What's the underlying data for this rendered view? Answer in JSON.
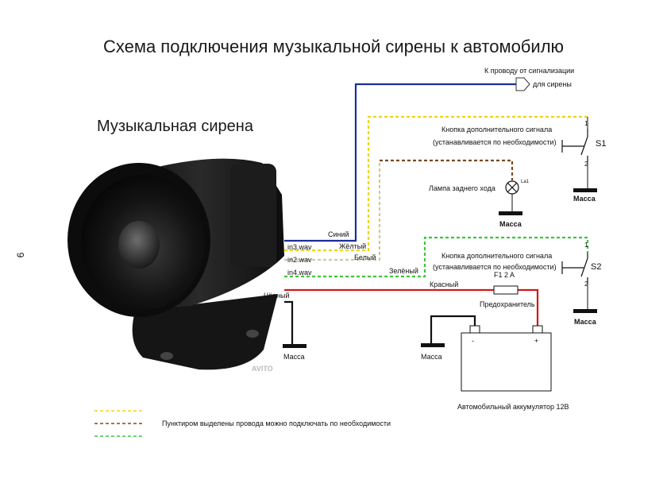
{
  "title": "Схема подключения музыкальной сирены к автомобилю",
  "subtitle": "Музыкальная сирена",
  "page_number": "9",
  "watermark": "AVITO",
  "alarm_wire": {
    "line1": "К проводу от сигнализации",
    "line2": "для сирены"
  },
  "wires": {
    "blue": "Синий",
    "yellow": "Жёлтый",
    "white": "Белый",
    "green": "Зелёный",
    "red": "Красный",
    "black": "Чёрный"
  },
  "inputs": {
    "in3": "in3.wav",
    "in2": "in2.wav",
    "in4": "in4.wav"
  },
  "button1": {
    "line1": "Кнопка дополнительного сигнала",
    "line2": "(устанавливается по необходимости)",
    "label": "S1",
    "pin1": "1",
    "pin2": "2"
  },
  "button2": {
    "line1": "Кнопка дополнительного сигнала",
    "line2": "(устанавливается по необходимости)",
    "label": "S2",
    "pin1": "1",
    "pin2": "2"
  },
  "lamp": {
    "label": "Лампа заднего хода",
    "tag": "La1"
  },
  "ground": "Масса",
  "fuse": {
    "label": "F1  2 A",
    "caption": "Предохранитель"
  },
  "battery": {
    "caption": "Автомобильный аккумулятор 12В",
    "minus": "-",
    "plus": "+"
  },
  "legend": {
    "text": "Пунктиром выделены  провода можно подключать по необходимости"
  },
  "colors": {
    "blue": "#1a2e9c",
    "yellow": "#f1d21a",
    "white": "#c9c9a8",
    "brown": "#7a4a22",
    "green": "#3ec63a",
    "red": "#d21818",
    "black": "#111111"
  }
}
